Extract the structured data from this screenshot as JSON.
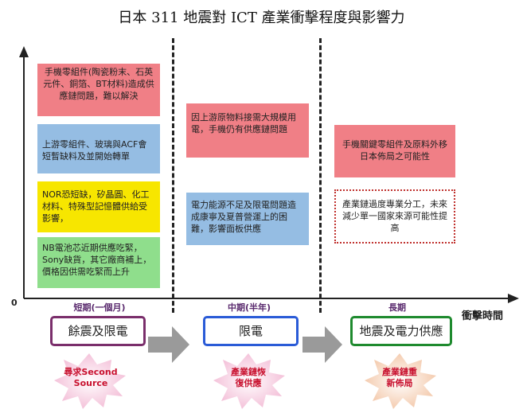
{
  "title": "日本 311 地震對 ICT 產業衝擊程度與影響力",
  "axis": {
    "origin": "0",
    "x_label": "衝擊時間"
  },
  "short_term": {
    "label": "短期(一個月)",
    "boxes": [
      {
        "text": "手機零組件(陶瓷粉末、石英元件、銅箔、BT材料)造成供應鏈問題，難以解決",
        "color": "#f07f86"
      },
      {
        "text": "上游零組件、玻璃與ACF會短暫缺料及並開始轉單",
        "color": "#95bde3"
      },
      {
        "text": "NOR恐短缺，矽晶圓、化工材料、特殊型記憶體供給受影響，",
        "color": "#f7e600"
      },
      {
        "text": "NB電池芯近期供應吃緊，Sony缺貨，其它廠商補上，價格因供需吃緊而上升",
        "color": "#8fde8c"
      }
    ],
    "phase_box": "餘震及限電",
    "burst": "尋求Second Source"
  },
  "mid_term": {
    "label": "中期(半年)",
    "boxes": [
      {
        "text": "因上游原物料接需大規模用電，手機仍有供應鏈問題",
        "color": "#f07f86"
      },
      {
        "text": "電力能源不足及限電問題造成康寧及夏普營運上的困難，影響面板供應",
        "color": "#95bde3"
      }
    ],
    "phase_box": "限電",
    "burst": "產業鏈恢復供應"
  },
  "long_term": {
    "label": "長期",
    "boxes": [
      {
        "text": "手機關鍵零組件及原料外移日本佈局之可能性",
        "color": "#f07f86"
      },
      {
        "text": "產業鏈過度專業分工，未來減少單一國家來源可能性提高",
        "color": "#ffffff"
      }
    ],
    "phase_box": "地震及電力供應",
    "burst": "產業鏈重新佈局"
  },
  "colors": {
    "phase1_border": "#7a2e6b",
    "phase2_border": "#2a5bd7",
    "phase3_border": "#1e8a2e",
    "burst_fill": "#f3bcd6",
    "burst_text": "#c8102e",
    "arrow_fill": "#9a9a9a"
  }
}
